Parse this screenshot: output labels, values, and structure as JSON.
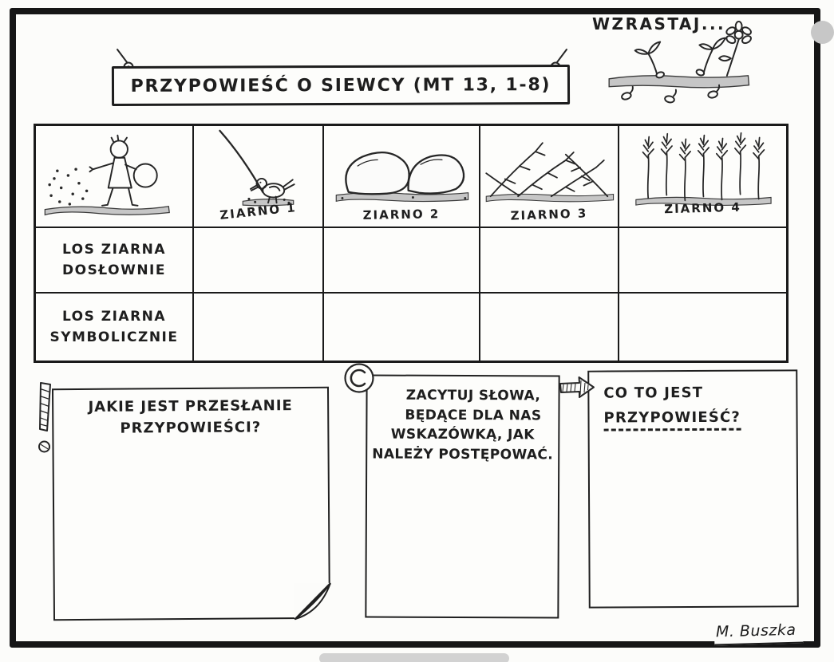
{
  "page": {
    "title": "PRZYPOWIEŚĆ O SIEWCY (MT 13, 1-8)",
    "grow_caption": "WZRASTAJ...",
    "signature": "M. Buszka"
  },
  "colors": {
    "ink": "#262626",
    "paper": "#fdfdfb",
    "ground_gray": "#c6c6c6"
  },
  "icons": {
    "sower": "sower-scattering-seeds",
    "seed1": "bird-pecking-seed-on-path",
    "seed2": "two-rocks",
    "seed3": "thorn-bushes",
    "seed4": "wheat-stalks",
    "grow": "sprouting-seeds-and-flower",
    "message": "exclamation-mark",
    "quote": "quote-circle-c",
    "definition": "block-arrow-right"
  },
  "table": {
    "columns": [
      "ZIARNO 1",
      "ZIARNO 2",
      "ZIARNO 3",
      "ZIARNO 4"
    ],
    "rows": [
      {
        "label_line1": "LOS ZIARNA",
        "label_line2": "DOSŁOWNIE",
        "cells": [
          "",
          "",
          "",
          ""
        ]
      },
      {
        "label_line1": "LOS ZIARNA",
        "label_line2": "SYMBOLICZNIE",
        "cells": [
          "",
          "",
          "",
          ""
        ]
      }
    ]
  },
  "prompts": {
    "message": {
      "line1": "JAKIE JEST PRZESŁANIE",
      "line2": "PRZYPOWIEŚCI?"
    },
    "quote": {
      "line1": "ZACYTUJ SŁOWA,",
      "line2": "BĘDĄCE DLA NAS",
      "line3": "WSKAZÓWKĄ, JAK",
      "line4": "NALEŻY POSTĘPOWAĆ."
    },
    "definition": {
      "line1": "CO TO JEST",
      "line2": "PRZYPOWIEŚĆ?"
    }
  }
}
